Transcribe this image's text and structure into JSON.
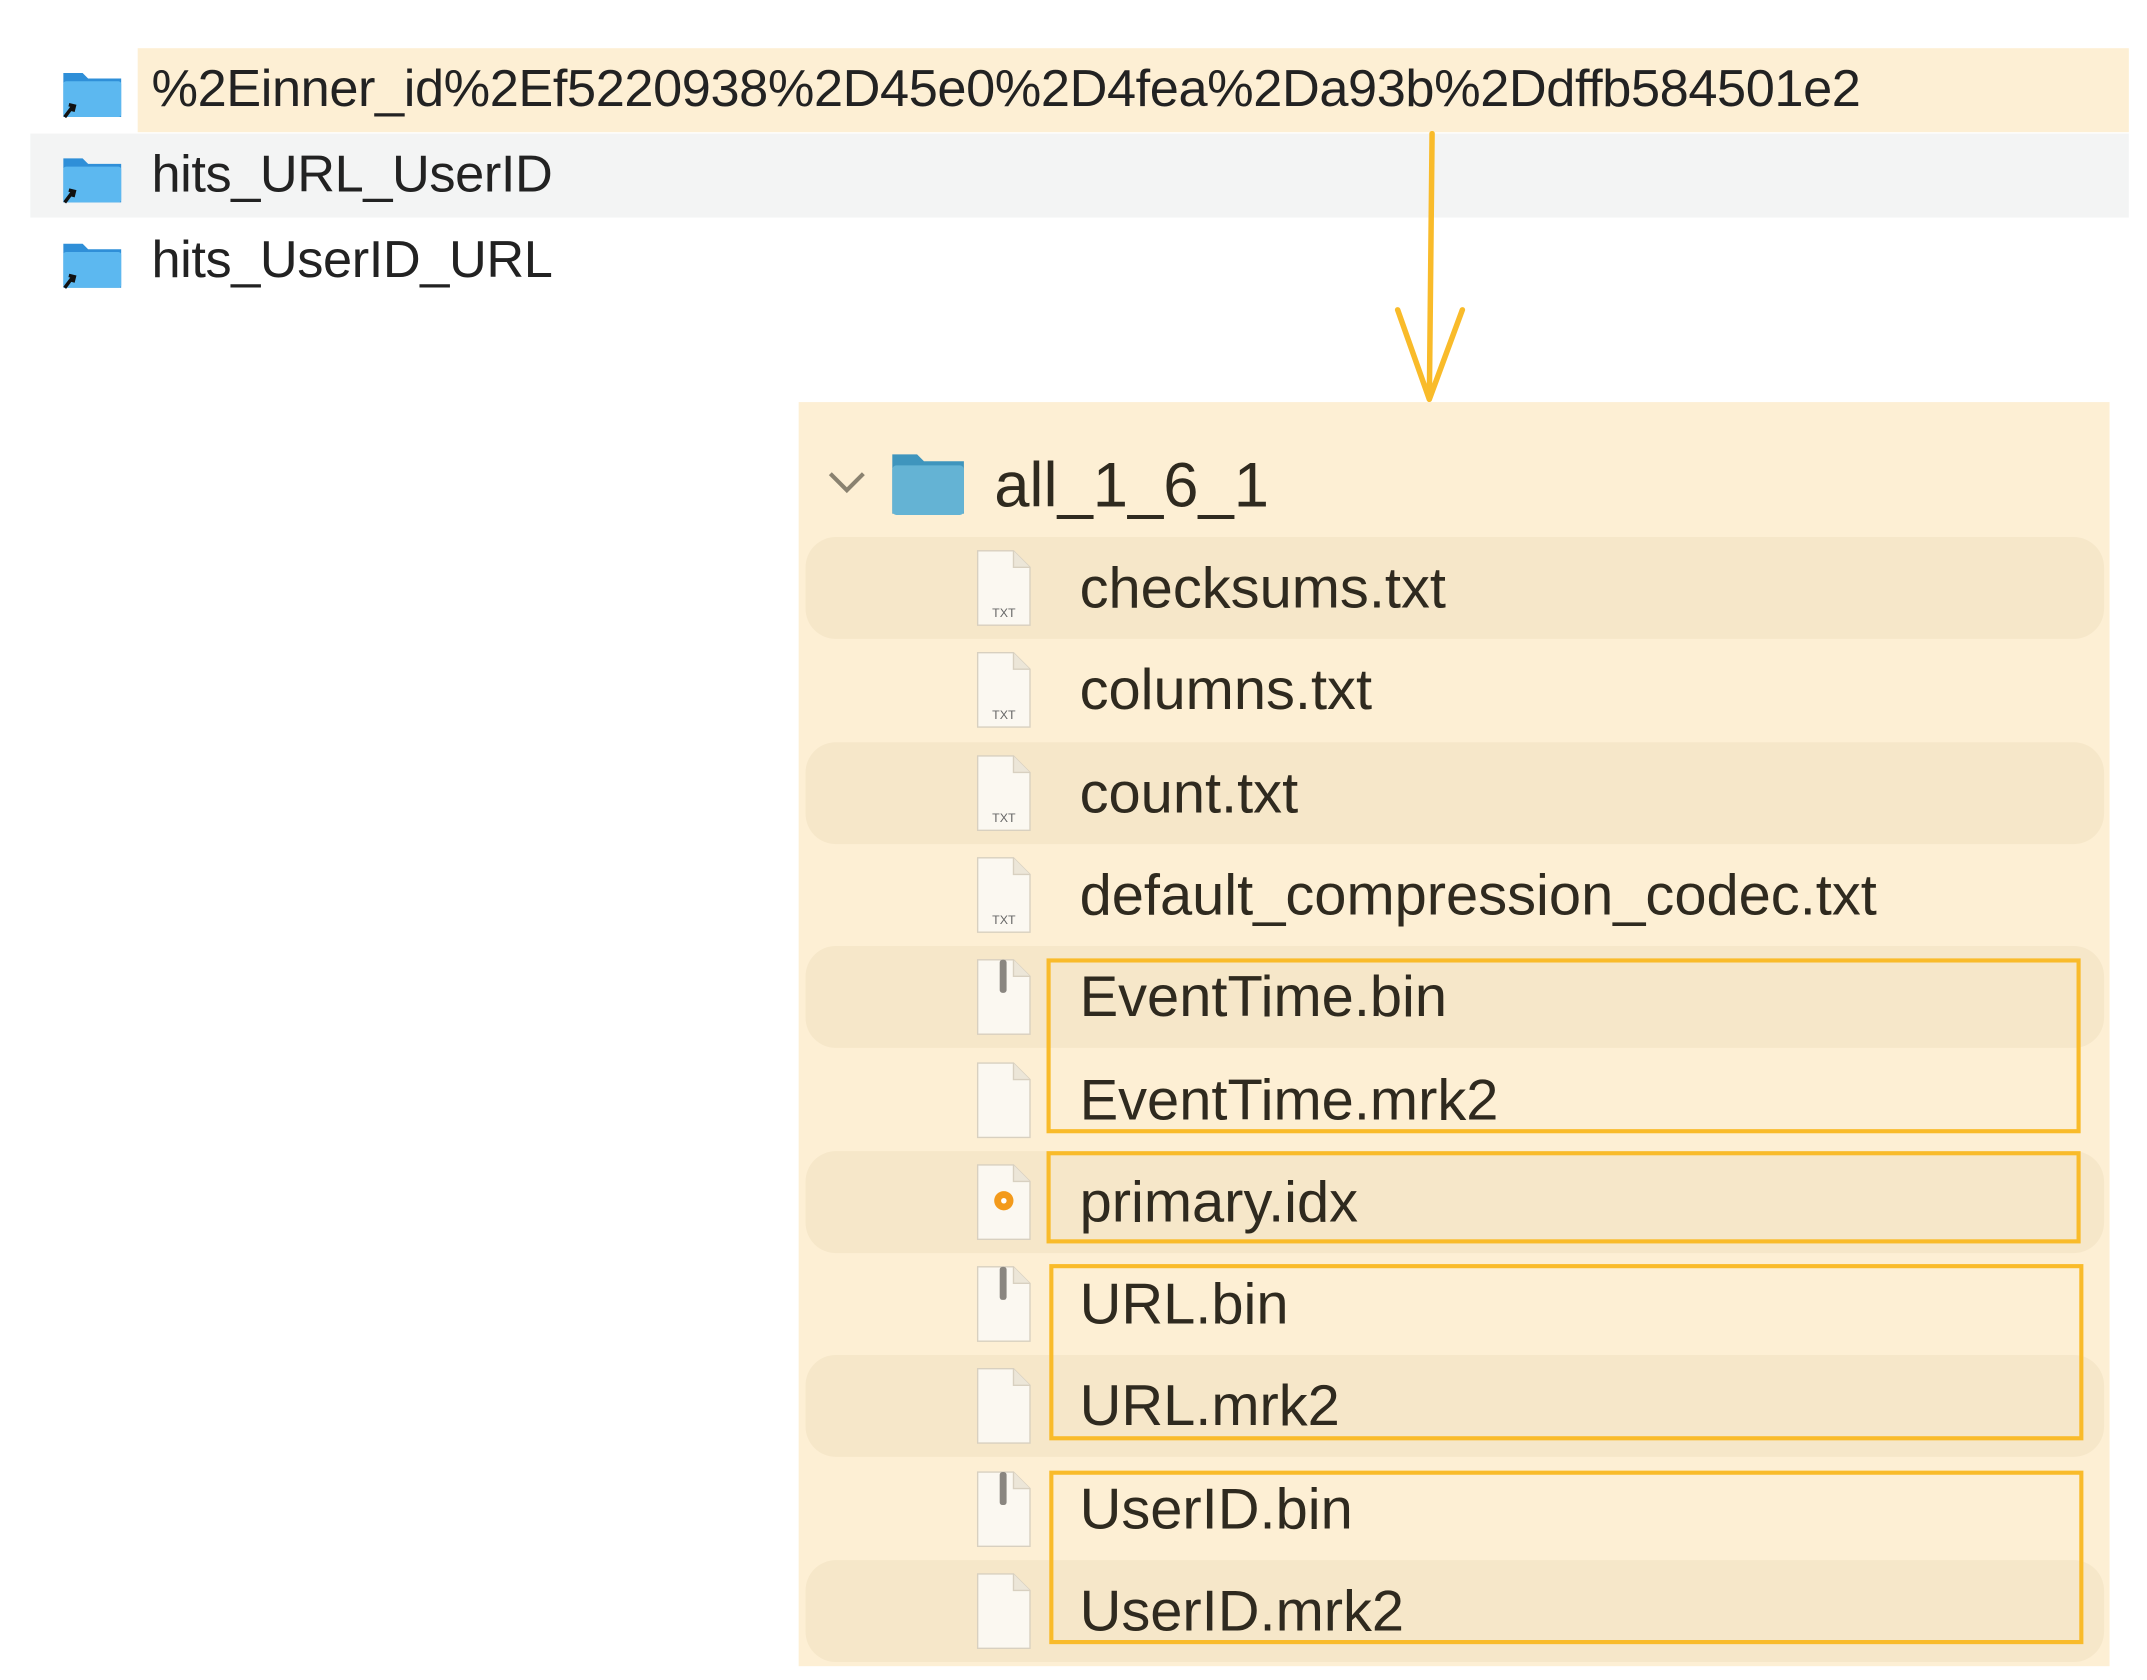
{
  "top_list": [
    {
      "name": "%2Einner_id%2Ef5220938%2D45e0%2D4fea%2Da93b%2Ddffb584501e2",
      "icon": "folder-alias-icon",
      "highlighted": true
    },
    {
      "name": "hits_URL_UserID",
      "icon": "folder-alias-icon",
      "selected": true
    },
    {
      "name": "hits_UserID_URL",
      "icon": "folder-alias-icon"
    }
  ],
  "panel": {
    "folder": {
      "name": "all_1_6_1",
      "icon": "folder-icon",
      "expanded": true
    },
    "files": [
      {
        "name": "checksums.txt",
        "icon": "txt-file-icon",
        "icon_label": "TXT"
      },
      {
        "name": "columns.txt",
        "icon": "txt-file-icon",
        "icon_label": "TXT"
      },
      {
        "name": "count.txt",
        "icon": "txt-file-icon",
        "icon_label": "TXT"
      },
      {
        "name": "default_compression_codec.txt",
        "icon": "txt-file-icon",
        "icon_label": "TXT"
      },
      {
        "name": "EventTime.bin",
        "icon": "binary-file-icon"
      },
      {
        "name": "EventTime.mrk2",
        "icon": "blank-file-icon"
      },
      {
        "name": "primary.idx",
        "icon": "media-file-icon"
      },
      {
        "name": "URL.bin",
        "icon": "binary-file-icon"
      },
      {
        "name": "URL.mrk2",
        "icon": "blank-file-icon"
      },
      {
        "name": "UserID.bin",
        "icon": "binary-file-icon"
      },
      {
        "name": "UserID.mrk2",
        "icon": "blank-file-icon"
      }
    ]
  },
  "colors": {
    "highlight": "#fdefd4",
    "annotation": "#f9bb2a",
    "selected_row": "#f3f4f4",
    "folder_blue": "#4fb0ec"
  }
}
